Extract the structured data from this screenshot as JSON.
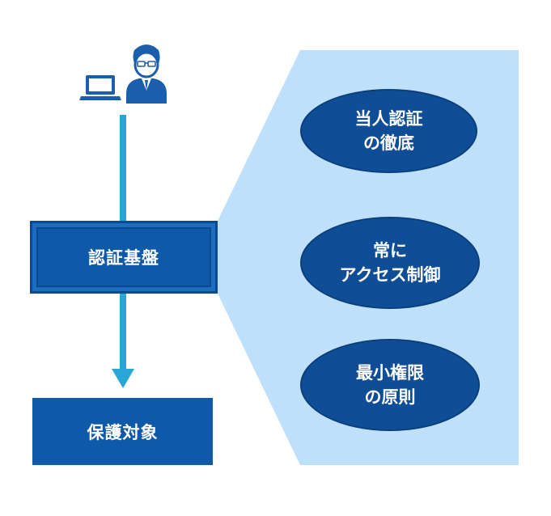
{
  "colors": {
    "panel": "#bfe0fa",
    "arrow": "#28a6d8",
    "box": "#0f5aa8",
    "ellipse": "#0f4e96",
    "icon": "#1a5fae"
  },
  "icons": [
    "laptop-icon",
    "user-icon"
  ],
  "auth_base": {
    "label": "認証基盤"
  },
  "protected_target": {
    "label": "保護対象"
  },
  "principles": [
    {
      "line1": "当人認証",
      "line2": "の徹底"
    },
    {
      "line1": "常に",
      "line2": "アクセス制御"
    },
    {
      "line1": "最小権限",
      "line2": "の原則"
    }
  ]
}
